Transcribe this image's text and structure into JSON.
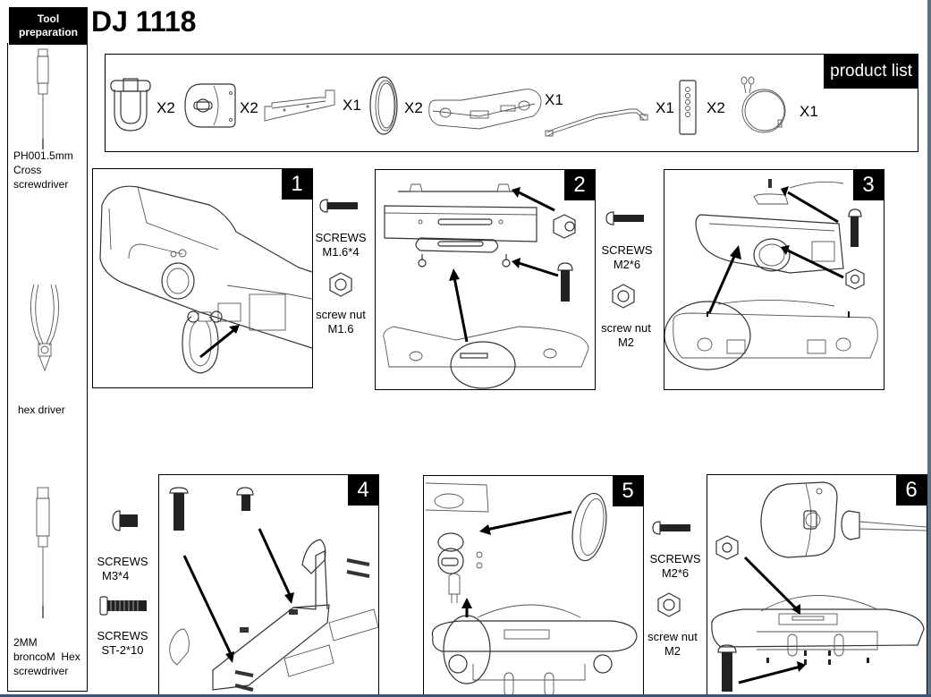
{
  "document": {
    "title": "DJ 1118",
    "tool_header": [
      "Tool",
      "preparation"
    ]
  },
  "tools": [
    {
      "name": "PH001.5mm Cross screwdriver",
      "lines": [
        "PH001.5mm",
        "Cross",
        "screwdriver"
      ],
      "icon": "screwdriver-icon"
    },
    {
      "name": "hex driver",
      "lines": [
        "hex driver"
      ],
      "icon": "pliers-icon"
    },
    {
      "name": "2MM broncoM Hex screwdriver",
      "lines": [
        "2MM",
        "broncoM  Hex",
        "screwdriver"
      ],
      "icon": "hex-screwdriver-icon"
    }
  ],
  "product_list": {
    "label": "product list",
    "items": [
      {
        "part": "shackle",
        "qty": "X2"
      },
      {
        "part": "light-housing",
        "qty": "X2"
      },
      {
        "part": "winch-plate",
        "qty": "X1"
      },
      {
        "part": "light-ring",
        "qty": "X2"
      },
      {
        "part": "front-bumper",
        "qty": "X1"
      },
      {
        "part": "hoop-bar",
        "qty": "X1"
      },
      {
        "part": "light-bar-bracket",
        "qty": "X2"
      },
      {
        "part": "led-wire",
        "qty": "X1"
      }
    ]
  },
  "steps": [
    {
      "number": "1"
    },
    {
      "number": "2"
    },
    {
      "number": "3"
    },
    {
      "number": "4"
    },
    {
      "number": "5"
    },
    {
      "number": "6"
    }
  ],
  "hardware": {
    "step1": {
      "screw_label": "SCREWS",
      "screw_size": "M1.6*4",
      "nut_label": "screw nut",
      "nut_size": "M1.6"
    },
    "step2": {
      "screw_label": "SCREWS",
      "screw_size": "M2*6",
      "nut_label": "screw nut",
      "nut_size": "M2"
    },
    "step4": {
      "screw1_label": "SCREWS",
      "screw1_size": "M3*4",
      "screw2_label": "SCREWS",
      "screw2_size": "ST-2*10"
    },
    "step5": {
      "screw_label": "SCREWS",
      "screw_size": "M2*6",
      "nut_label": "screw nut",
      "nut_size": "M2"
    }
  }
}
